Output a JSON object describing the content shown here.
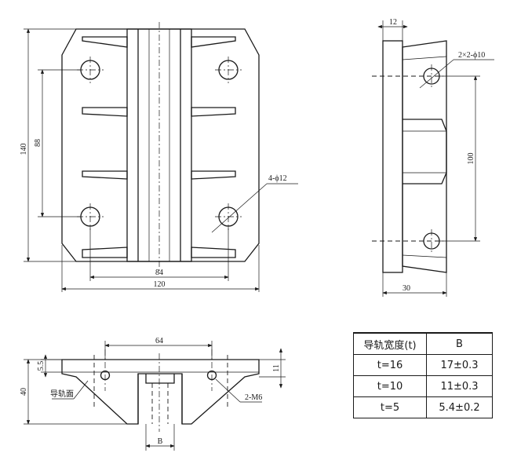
{
  "front_view": {
    "dim_height_total": "140",
    "dim_hole_spacing_v": "88",
    "dim_hole_spacing_h": "84",
    "dim_width_total": "120",
    "hole_callout": "4-ϕ12"
  },
  "side_view": {
    "dim_top": "12",
    "hole_callout": "2×2-ϕ10",
    "dim_hole_spacing": "100",
    "dim_bottom": "30"
  },
  "bottom_view": {
    "dim_hole_spacing": "64",
    "dim_flange": "5.5",
    "dim_height": "40",
    "dim_right": "11",
    "label_rail_face": "导轨面",
    "thread_callout": "2-M6",
    "dim_slot": "B"
  },
  "table": {
    "header": [
      "导轨宽度(t)",
      "B"
    ],
    "rows": [
      [
        "t=16",
        "17±0.3"
      ],
      [
        "t=10",
        "11±0.3"
      ],
      [
        "t=5",
        "5.4±0.2"
      ]
    ]
  }
}
